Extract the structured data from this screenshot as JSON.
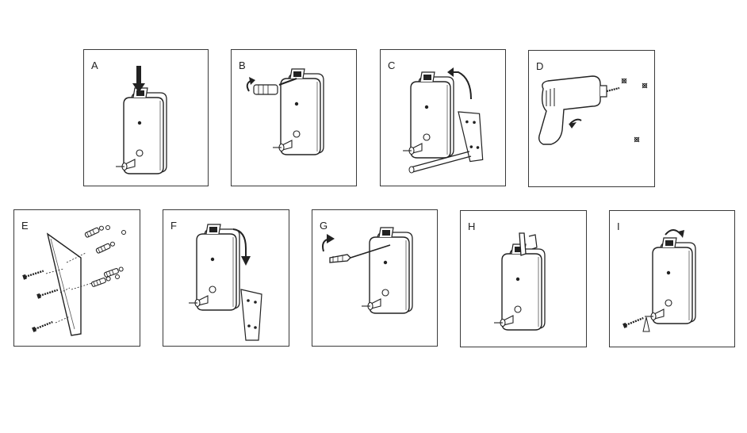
{
  "steps": [
    {
      "label": "A"
    },
    {
      "label": "B"
    },
    {
      "label": "C"
    },
    {
      "label": "D"
    },
    {
      "label": "E"
    },
    {
      "label": "F"
    },
    {
      "label": "G"
    },
    {
      "label": "H"
    },
    {
      "label": "I"
    }
  ]
}
